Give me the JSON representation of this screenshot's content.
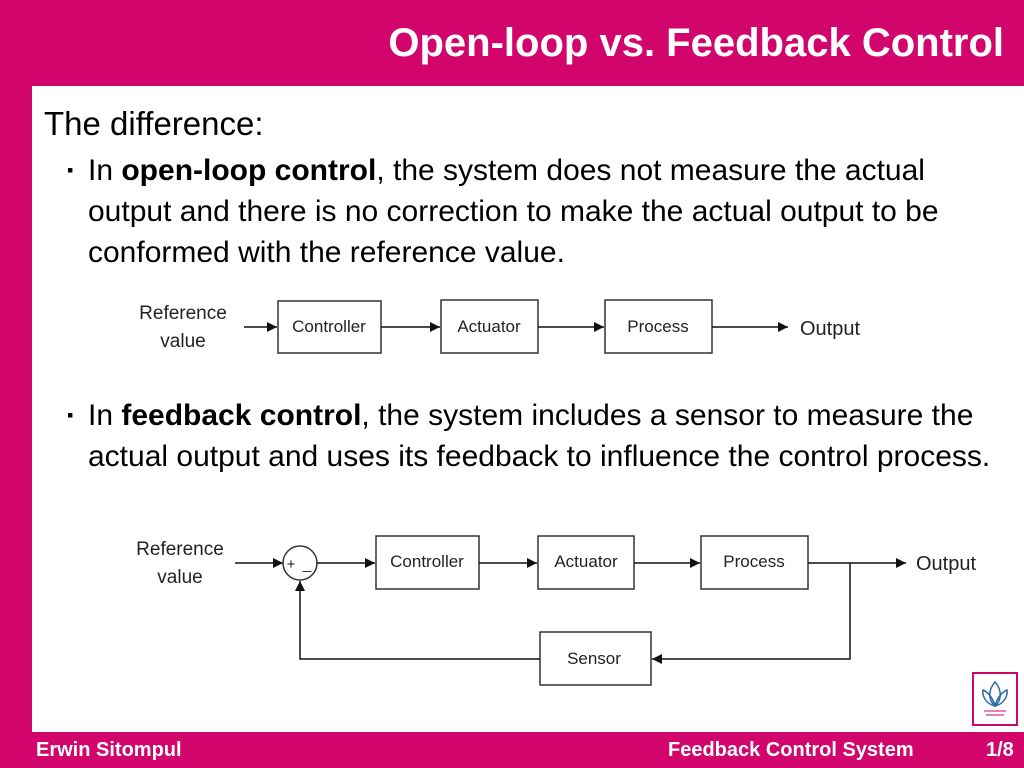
{
  "slide": {
    "title": "Open-loop vs. Feedback Control",
    "heading": "The difference:",
    "bullets": [
      {
        "marker": "▪",
        "lead": "In ",
        "bold": "open-loop control",
        "rest": ", the system does not measure the actual output and there is no correction to make the actual output to be conformed with the reference value."
      },
      {
        "marker": "▪",
        "lead": "In ",
        "bold": "feedback control",
        "rest": ", the system includes a sensor to measure the actual output and uses its feedback to influence the control process."
      }
    ]
  },
  "open_loop_diagram": {
    "input_line1": "Reference",
    "input_line2": "value",
    "blocks": [
      "Controller",
      "Actuator",
      "Process"
    ],
    "output": "Output"
  },
  "feedback_diagram": {
    "input_line1": "Reference",
    "input_line2": "value",
    "sum_plus": "+",
    "sum_minus": "_",
    "blocks": [
      "Controller",
      "Actuator",
      "Process"
    ],
    "sensor": "Sensor",
    "output": "Output"
  },
  "footer": {
    "author": "Erwin Sitompul",
    "course": "Feedback Control System",
    "page": "1/8"
  },
  "colors": {
    "brand": "#d1056b",
    "background": "#ffffff"
  },
  "icons": {
    "logo": "university-logo-icon"
  }
}
